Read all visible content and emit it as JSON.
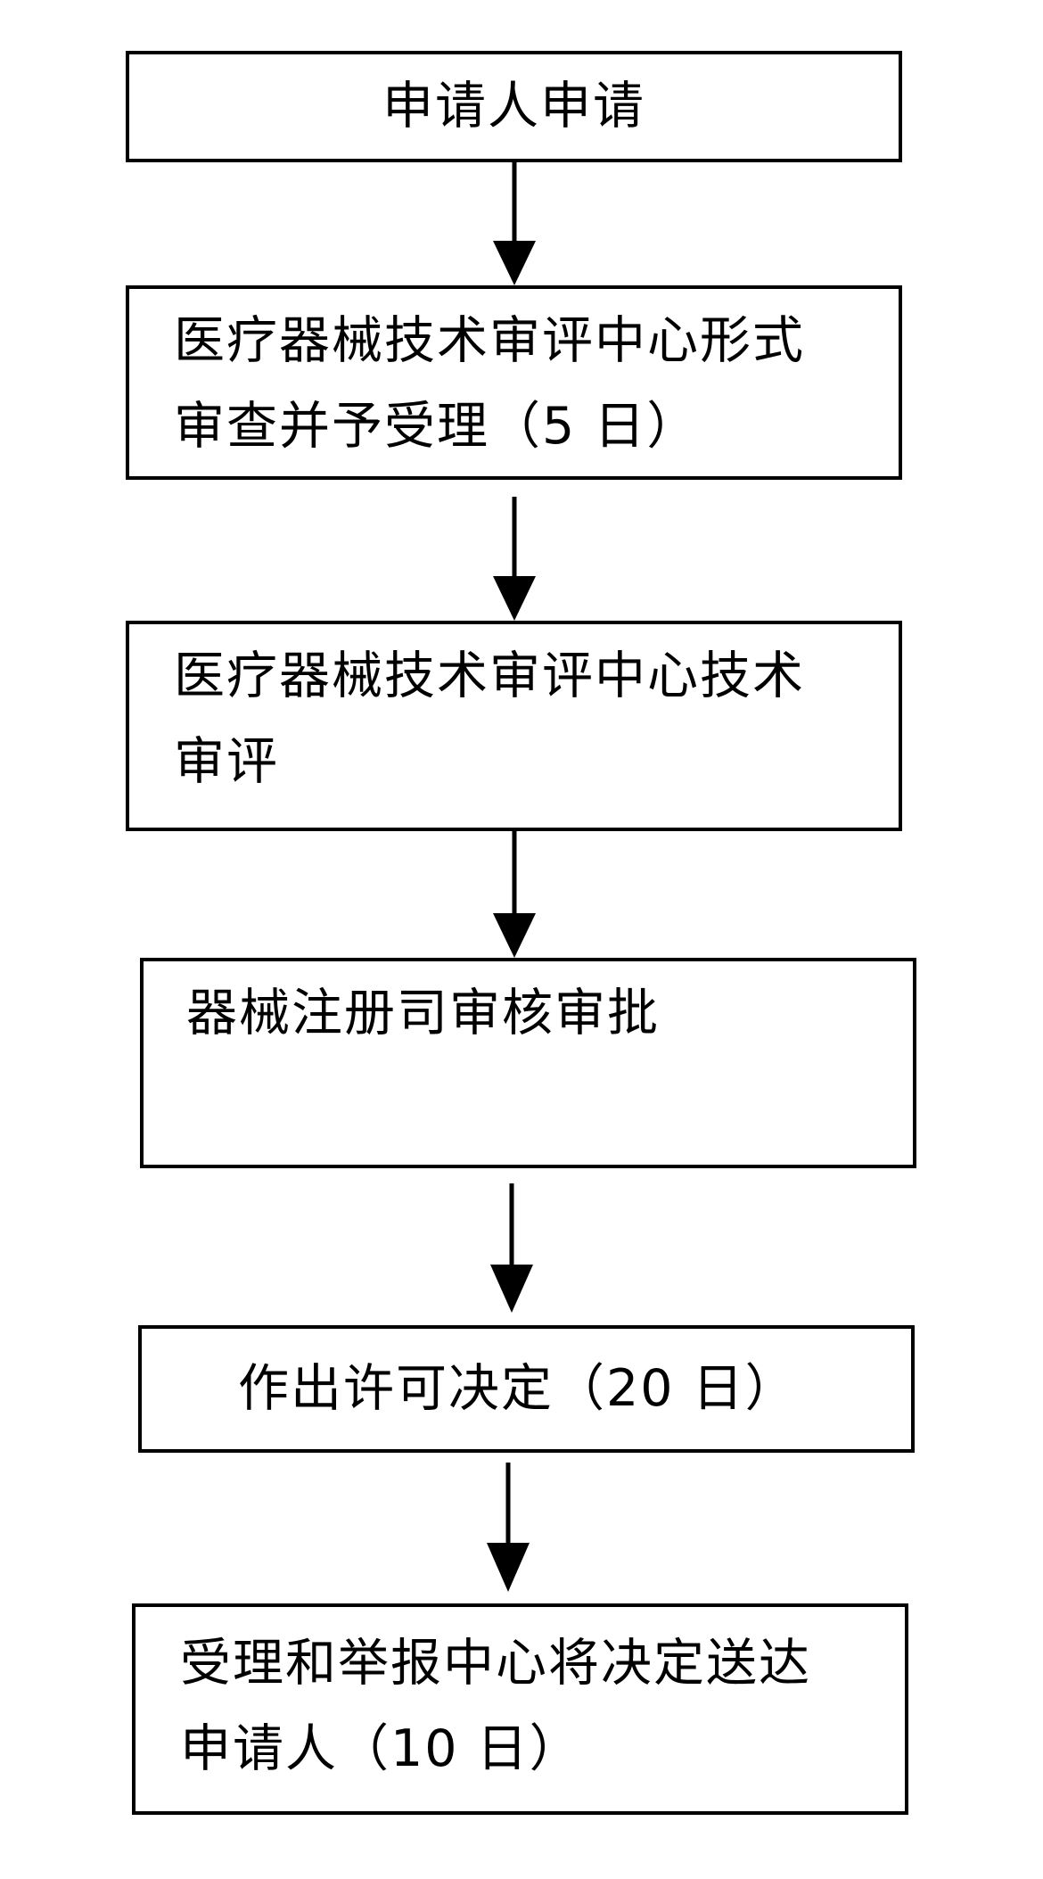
{
  "flowchart": {
    "steps": [
      {
        "label": "申请人申请"
      },
      {
        "label": "医疗器械技术审评中心形式\n审查并予受理（5 日）"
      },
      {
        "label": "医疗器械技术审评中心技术\n审评"
      },
      {
        "label": "器械注册司审核审批"
      },
      {
        "label": "作出许可决定（20 日）"
      },
      {
        "label": "受理和举报中心将决定送达\n申请人（10 日）"
      }
    ]
  },
  "colors": {
    "stroke": "#000000",
    "background": "#ffffff"
  }
}
